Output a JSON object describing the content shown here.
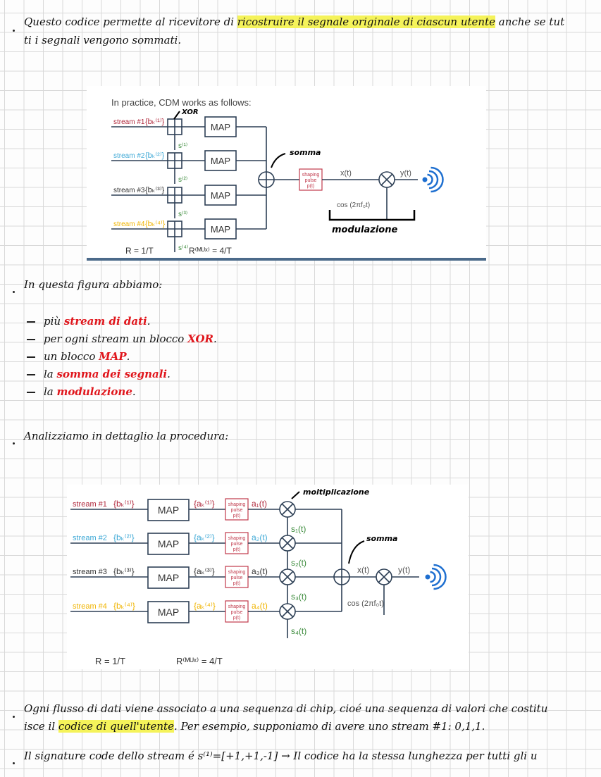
{
  "p1": {
    "a": "Questo codice permette al ricevitore di ",
    "hl": "ricostruire il segnale originale di ciascun utente",
    "b": " anche se tut",
    "line2": "ti i segnali vengono sommati."
  },
  "fig1": {
    "title": "In practice, CDM works as follows:",
    "streams": [
      "stream #1",
      "stream #2",
      "stream #3",
      "stream #4"
    ],
    "bits": [
      "{bₖ⁽¹⁾}",
      "{bₖ⁽²⁾}",
      "{bₖ⁽³⁾}",
      "{bₖ⁽⁴⁾}"
    ],
    "sigs": [
      "s⁽¹⁾",
      "s⁽²⁾",
      "s⁽³⁾",
      "s⁽⁴⁾"
    ],
    "map": "MAP",
    "shaping": [
      "shaping",
      "pulse",
      "p(t)"
    ],
    "x": "x(t)",
    "y": "y(t)",
    "cos": "cos (2πf₀t)",
    "rate": "R = 1/T",
    "rate_mux": "R⁽ᴹᵁˣ⁾ = 4/T",
    "ann_xor": "XOR",
    "ann_somma": "somma",
    "ann_mod": "modulazione",
    "colors": [
      "#b0283c",
      "#3fa9d6",
      "#333333",
      "#f0b400"
    ]
  },
  "p2": {
    "intro": "In questa figura abbiamo:",
    "items": [
      {
        "a": "più ",
        "r": "stream di dati",
        "b": "."
      },
      {
        "a": "per ogni stream un blocco ",
        "r": "XOR",
        "b": "."
      },
      {
        "a": "un blocco ",
        "r": "MAP",
        "b": "."
      },
      {
        "a": "la ",
        "r": "somma dei segnali",
        "b": "."
      },
      {
        "a": "la ",
        "r": "modulazione",
        "b": "."
      }
    ]
  },
  "p3": {
    "intro": "Analizziamo in dettaglio la procedura:"
  },
  "fig2": {
    "streams": [
      "stream #1",
      "stream #2",
      "stream #3",
      "stream #4"
    ],
    "bits": [
      "{bₖ⁽¹⁾}",
      "{bₖ⁽²⁾}",
      "{bₖ⁽³⁾}",
      "{bₖ⁽⁴⁾}"
    ],
    "syms": [
      "{aₖ⁽¹⁾}",
      "{aₖ⁽²⁾}",
      "{aₖ⁽³⁾}",
      "{aₖ⁽⁴⁾}"
    ],
    "at": [
      "a₁(t)",
      "a₂(t)",
      "a₃(t)",
      "a₄(t)"
    ],
    "st": [
      "s₁(t)",
      "s₂(t)",
      "s₃(t)",
      "s₄(t)"
    ],
    "map": "MAP",
    "shaping": [
      "shaping",
      "pulse",
      "p(t)"
    ],
    "x": "x(t)",
    "y": "y(t)",
    "cos": "cos (2πf₀t)",
    "rate": "R = 1/T",
    "rate_mux": "R⁽ᴹᵁˣ⁾ = 4/T",
    "ann_molt": "moltiplicazione",
    "ann_somma": "somma"
  },
  "p4": {
    "a": "Ogni flusso di dati viene associato a una sequenza di chip, cioé una sequenza di valori che costitu",
    "b": "isce il ",
    "hl": "codice di quell'utente",
    "c": ". Per esempio, supponiamo di avere uno stream #1: 0,1,1."
  },
  "p5": {
    "text": "Il signature code dello stream é s⁽¹⁾=[+1,+1,-1] → Il codice ha la stessa lunghezza per tutti gli u"
  }
}
